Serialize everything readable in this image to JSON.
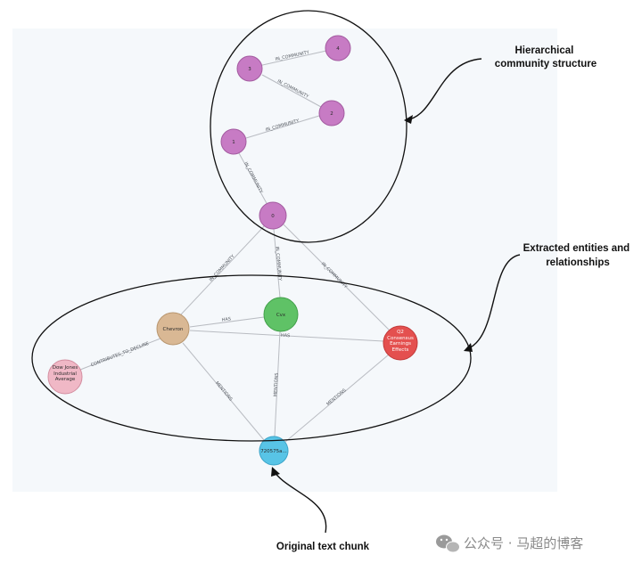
{
  "nodes": {
    "c4": {
      "label": "4"
    },
    "c3": {
      "label": "3"
    },
    "c2": {
      "label": "2"
    },
    "c1": {
      "label": "1"
    },
    "c0": {
      "label": "0"
    },
    "chevron": {
      "label": "Chevron"
    },
    "cvx": {
      "label": "Cvx"
    },
    "earnings": {
      "label": "Q2 Consensus Earnings Effects"
    },
    "dowjones": {
      "label": "Dow Jones Industrial Average"
    },
    "chunk": {
      "label": "720575a..."
    }
  },
  "edges": {
    "in_community": "IN_COMMUNITY",
    "has": "HAS",
    "contributes": "CONTRIBUTES_TO_DECLINE",
    "mentions": "MENTIONS"
  },
  "annotations": {
    "hierarchy": [
      "Hierarchical",
      "community structure"
    ],
    "entities": [
      "Extracted entities and",
      "relationships"
    ],
    "chunk": [
      "Original text chunk"
    ]
  },
  "watermark": "公众号 · 马超的博客",
  "colors": {
    "community": "#c77bc4",
    "entity_company": "#d9b894",
    "entity_ticker": "#5fc266",
    "entity_metric": "#e4504f",
    "entity_index": "#f0b8c6",
    "chunk": "#58c4e6"
  }
}
